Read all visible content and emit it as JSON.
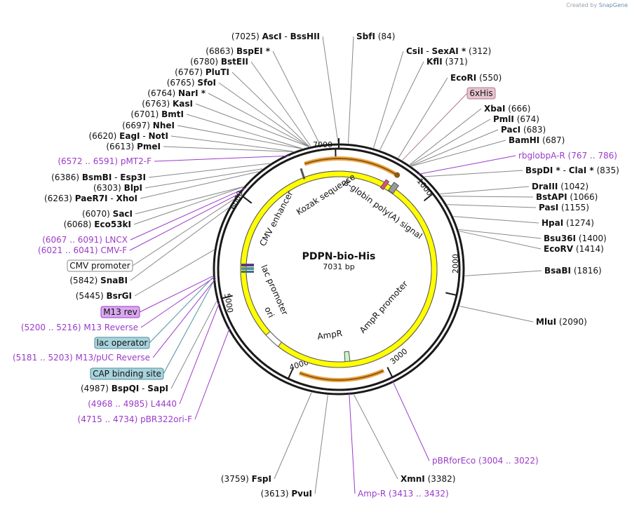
{
  "credit": {
    "created_by": "Created by",
    "brand": "SnapGene"
  },
  "plasmid": {
    "name": "PDPN-bio-His",
    "size": "7031 bp",
    "length": 7031
  },
  "ticks": [
    {
      "label": "1000"
    },
    {
      "label": "2000"
    },
    {
      "label": "3000"
    },
    {
      "label": "4000"
    },
    {
      "label": "5000"
    },
    {
      "label": "6000"
    },
    {
      "label": "7000"
    }
  ],
  "enzymes": [
    {
      "name": "AscI",
      "sep": "-",
      "name2": "BssHII",
      "pos": "(7025)"
    },
    {
      "name": "BspEI *",
      "pos": "(6863)"
    },
    {
      "name": "BstEII",
      "pos": "(6780)"
    },
    {
      "name": "PluTI",
      "pos": "(6767)"
    },
    {
      "name": "SfoI",
      "pos": "(6765)"
    },
    {
      "name": "NarI *",
      "pos": "(6764)"
    },
    {
      "name": "KasI",
      "pos": "(6763)"
    },
    {
      "name": "BmtI",
      "pos": "(6701)"
    },
    {
      "name": "NheI",
      "pos": "(6697)"
    },
    {
      "name": "EagI",
      "sep": "-",
      "name2": "NotI",
      "pos": "(6620)"
    },
    {
      "name": "PmeI",
      "pos": "(6613)"
    },
    {
      "name": "BsmBI",
      "sep": "-",
      "name2": "Esp3I",
      "pos": "(6386)"
    },
    {
      "name": "BlpI",
      "pos": "(6303)"
    },
    {
      "name": "PaeR7I",
      "sep": "-",
      "name2": "XhoI",
      "pos": "(6263)"
    },
    {
      "name": "SacI",
      "pos": "(6070)"
    },
    {
      "name": "Eco53kI",
      "pos": "(6068)"
    },
    {
      "name": "SnaBI",
      "pos": "(5842)"
    },
    {
      "name": "BsrGI",
      "pos": "(5445)"
    },
    {
      "name": "BspQI",
      "sep": "-",
      "name2": "SapI",
      "pos": "(4987)"
    },
    {
      "name": "FspI",
      "pos": "(3759)"
    },
    {
      "name": "PvuI",
      "pos": "(3613)"
    },
    {
      "name": "SbfI",
      "pos": "(84)"
    },
    {
      "name": "CsiI",
      "sep": "-",
      "name2": "SexAI *",
      "pos": "(312)"
    },
    {
      "name": "KflI",
      "pos": "(371)"
    },
    {
      "name": "EcoRI",
      "pos": "(550)"
    },
    {
      "name": "XbaI",
      "pos": "(666)"
    },
    {
      "name": "PmlI",
      "pos": "(674)"
    },
    {
      "name": "PacI",
      "pos": "(683)"
    },
    {
      "name": "BamHI",
      "pos": "(687)"
    },
    {
      "name": "BspDI *",
      "sep": "-",
      "name2": "ClaI *",
      "pos": "(835)"
    },
    {
      "name": "DraIII",
      "pos": "(1042)"
    },
    {
      "name": "BstAPI",
      "pos": "(1066)"
    },
    {
      "name": "PasI",
      "pos": "(1155)"
    },
    {
      "name": "HpaI",
      "pos": "(1274)"
    },
    {
      "name": "Bsu36I",
      "pos": "(1400)"
    },
    {
      "name": "EcoRV",
      "pos": "(1414)"
    },
    {
      "name": "BsaBI",
      "pos": "(1816)"
    },
    {
      "name": "MluI",
      "pos": "(2090)"
    },
    {
      "name": "XmnI",
      "pos": "(3382)"
    }
  ],
  "primers": [
    {
      "range": "(6572 .. 6591)",
      "name": "pMT2-F"
    },
    {
      "range": "(6067 .. 6091)",
      "name": "LNCX"
    },
    {
      "range": "(6021 .. 6041)",
      "name": "CMV-F"
    },
    {
      "range": "(5200 .. 5216)",
      "name": "M13 Reverse"
    },
    {
      "range": "(5181 .. 5203)",
      "name": "M13/pUC Reverse"
    },
    {
      "range": "(4968 .. 4985)",
      "name": "L4440"
    },
    {
      "range": "(4715 .. 4734)",
      "name": "pBR322ori-F"
    },
    {
      "range": "(767 .. 786)",
      "name": "rbglobpA-R"
    },
    {
      "range": "(3004 .. 3022)",
      "name": "pBRforEco"
    },
    {
      "range": "(3413 .. 3432)",
      "name": "Amp-R"
    }
  ],
  "boxed_features": [
    {
      "label": "6xHis",
      "fill": "#e8c4d0",
      "stroke": "#b07a8c"
    },
    {
      "label": "CMV promoter",
      "fill": "#ffffff",
      "stroke": "#888888"
    },
    {
      "label": "M13 rev",
      "fill": "#d9a8ef",
      "stroke": "#9b3bc9"
    },
    {
      "label": "lac operator",
      "fill": "#a9d3dc",
      "stroke": "#4f8f9b"
    },
    {
      "label": "CAP binding site",
      "fill": "#a9d3dc",
      "stroke": "#4f8f9b"
    }
  ],
  "features": [
    {
      "label": "Kozak sequence"
    },
    {
      "label": "β-globin poly(A) signal"
    },
    {
      "label": "CMV enhancer"
    },
    {
      "label": "lac promoter"
    },
    {
      "label": "ori"
    },
    {
      "label": "AmpR"
    },
    {
      "label": "AmpR promoter"
    }
  ],
  "colors": {
    "primer": "#9b3bc9",
    "orange_arc": "#f0a640",
    "ori": "#ffff00",
    "ampr": "#c7f7c7",
    "backbone": "#1a1a1a"
  }
}
